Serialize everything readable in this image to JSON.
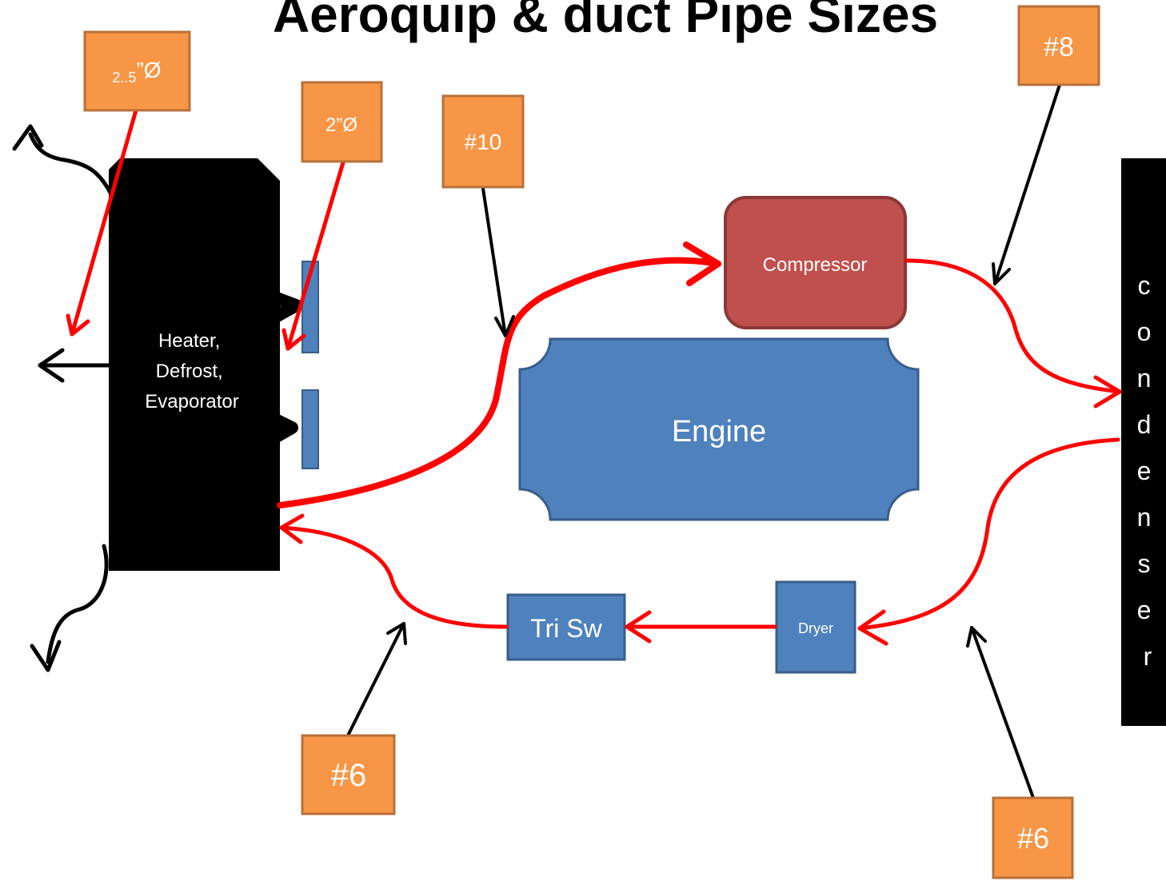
{
  "title": "Aeroquip & duct Pipe Sizes",
  "components": {
    "heater": {
      "lines": [
        "Heater,",
        "Defrost,",
        "Evaporator"
      ]
    },
    "compressor": "Compressor",
    "engine": "Engine",
    "condenser": "condenser",
    "dryer": "Dryer",
    "tri_switch": "Tri Sw"
  },
  "tags": {
    "duct_large_main": "2..5",
    "duct_large_mark": "”Ø",
    "duct_small": "2”Ø",
    "suction": "#10",
    "discharge": "#8",
    "liquid_left": "#6",
    "liquid_right": "#6"
  },
  "colors": {
    "tag_fill": "#F79646",
    "tag_border": "#B9703A",
    "component_blue": "#4F81BD",
    "component_blue_border": "#385D8A",
    "compressor_fill": "#C0504D",
    "compressor_border": "#8C3836",
    "refrigerant_line": "#FF0000",
    "leader_line": "#000000"
  }
}
